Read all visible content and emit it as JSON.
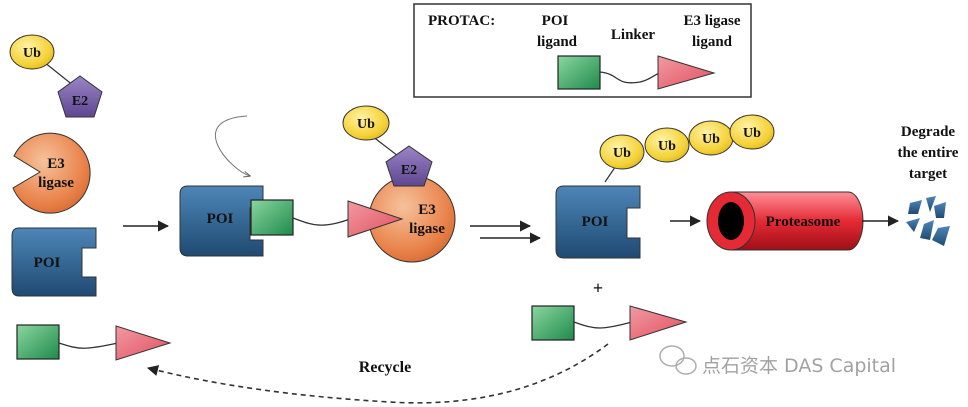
{
  "legend": {
    "title": "PROTAC:",
    "poi_ligand": [
      "POI",
      "ligand"
    ],
    "linker": "Linker",
    "e3_ligand": [
      "E3 ligase",
      "ligand"
    ]
  },
  "components": {
    "ub": "Ub",
    "e2": "E2",
    "e3": [
      "E3",
      "ligase"
    ],
    "poi": "POI"
  },
  "proteasome": "Proteasome",
  "plus": "+",
  "recycle": "Recycle",
  "degrade": [
    "Degrade",
    "the entire",
    "target"
  ],
  "watermark": "点石资本 DAS Capital",
  "colors": {
    "ub": "#f4d135",
    "e2": "#7b5fa8",
    "e3": "#e9824a",
    "poi": "#2f5f8a",
    "poi_ligand": "#2e9a5c",
    "e3_ligand": "#e45d6a",
    "proteasome": "#d81f2a"
  }
}
